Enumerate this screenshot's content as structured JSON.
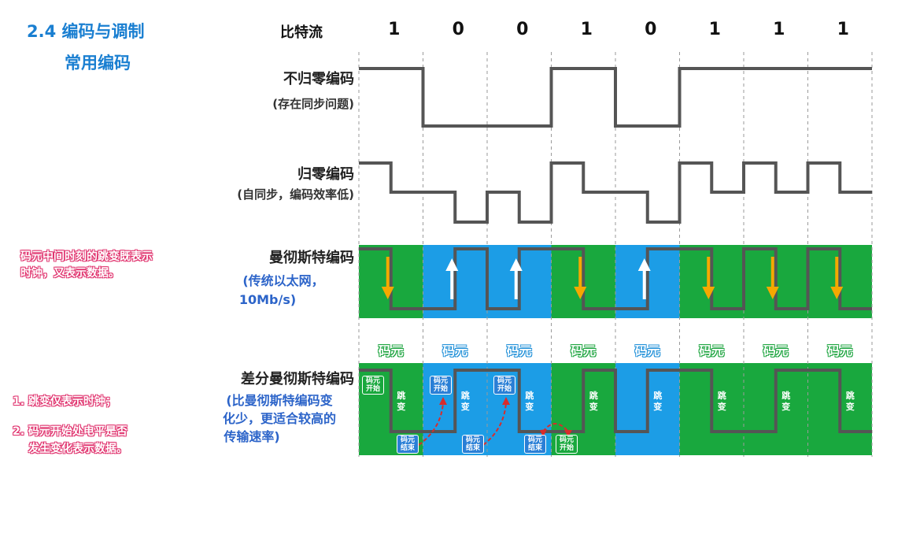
{
  "header": {
    "title": "2.4 编码与调制",
    "subtitle": "常用编码"
  },
  "bitstream": {
    "label": "比特流",
    "bits": [
      "1",
      "0",
      "0",
      "1",
      "0",
      "1",
      "1",
      "1"
    ]
  },
  "encodings": {
    "nrz": {
      "name": "不归零编码",
      "note": "(存在同步问题)"
    },
    "rz": {
      "name": "归零编码",
      "note": "(自同步，编码效率低)"
    },
    "manchester": {
      "name": "曼彻斯特编码",
      "note_line1": "(传统以太网，",
      "note_line2": "10Mb/s)"
    },
    "diff_manchester": {
      "name": "差分曼彻斯特编码",
      "note_line1": "(比曼彻斯特编码变",
      "note_line2": "化少，更适合较高的",
      "note_line3": "传输速率)"
    }
  },
  "side_notes": {
    "manchester_line1": "码元中间时刻的跳变既表示",
    "manchester_line2": "时钟，又表示数据。",
    "diff_line1": "1. 跳变仅表示时钟；",
    "diff_line2": "2. 码元开始处电平是否",
    "diff_line3": "发生变化表示数据。"
  },
  "code_unit_label": "码元",
  "tags": {
    "start": "码元\n开始",
    "end": "码元\n结束",
    "jump": "跳\n变"
  },
  "colors": {
    "green": "#19a83e",
    "blue": "#1c9de6",
    "signal": "#555555",
    "arrow_down": "#f5a800",
    "arrow_up": "#ffffff",
    "title": "#1a7fd1",
    "note_red": "#e0336e",
    "note_blue": "#2c64c9"
  },
  "signals": {
    "nrz_levels": [
      1,
      0,
      0,
      1,
      0,
      1,
      1,
      1
    ],
    "rz_levels_by_half": [
      [
        1,
        0
      ],
      [
        0,
        -1
      ],
      [
        0,
        -1
      ],
      [
        1,
        0
      ],
      [
        0,
        -1
      ],
      [
        1,
        0
      ],
      [
        1,
        0
      ],
      [
        1,
        0
      ]
    ],
    "manchester_transition": [
      "down",
      "up",
      "up",
      "down",
      "up",
      "down",
      "down",
      "down"
    ],
    "diff_manchester_start_high": [
      true,
      false,
      true,
      false,
      false,
      true,
      false,
      true
    ]
  }
}
